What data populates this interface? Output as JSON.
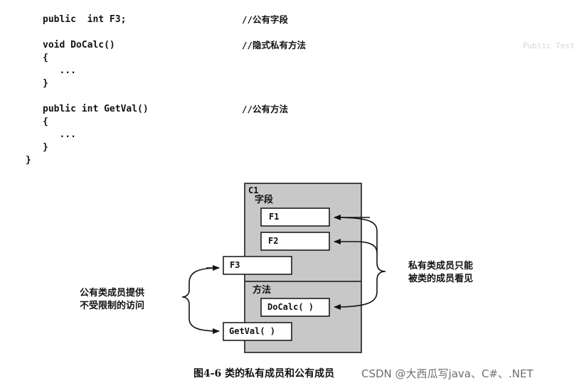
{
  "code": {
    "lines": [
      "public  int F3;",
      "",
      "void DoCalc()",
      "{",
      "   ...",
      "}",
      "",
      "public int GetVal()",
      "{",
      "   ...",
      "}",
      "}"
    ],
    "comments": {
      "field": "//公有字段",
      "hidden_private_method": "//隐式私有方法",
      "public_method": "//公有方法"
    }
  },
  "diagram": {
    "class_name": "C1",
    "fields_section": "字段",
    "methods_section": "方法",
    "fields": [
      "F1",
      "F2",
      "F3"
    ],
    "methods": [
      "DoCalc( )",
      "GetVal( )"
    ],
    "left_label_line1": "公有类成员提供",
    "left_label_line2": "不受限制的访问",
    "right_label_line1": "私有类成员只能",
    "right_label_line2": "被类的成员看见"
  },
  "caption": "图4-6   类的私有成员和公有成员",
  "watermark": "CSDN @大西瓜写java、C#、.NET"
}
